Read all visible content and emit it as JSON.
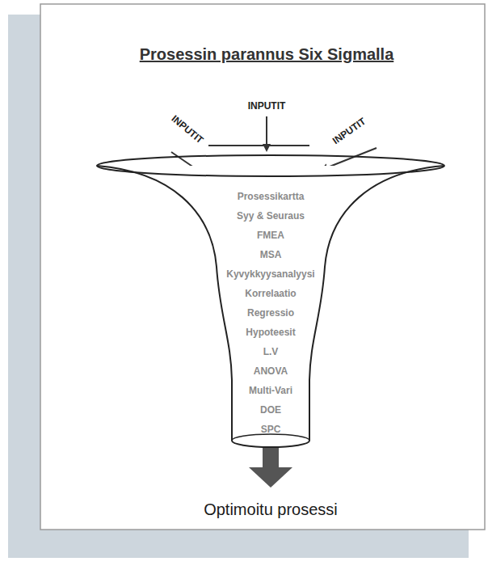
{
  "diagram": {
    "title": "Prosessin parannus Six Sigmalla",
    "nodes": [
      {
        "text": [
          "Prosessikartta",
          "Syy & Seuraus",
          "FMEA",
          "MSA",
          "Kyvykkyysanalyysi",
          "Korrelaatio",
          "Regressio",
          "Hypoteesit",
          "L.V",
          "ANOVA",
          "Multi-Vari",
          "DOE",
          "SPC"
        ]
      }
    ],
    "labels": [
      "INPUTIT",
      "INPUTIT",
      "INPUTIT",
      "Optimoitu prosessi"
    ]
  }
}
